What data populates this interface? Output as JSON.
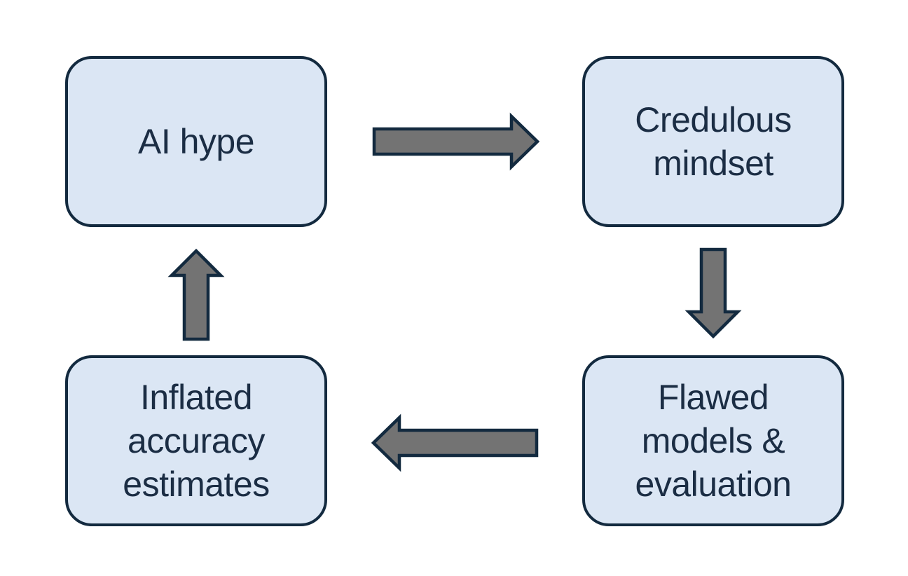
{
  "diagram": {
    "type": "cycle",
    "colors": {
      "background": "#ffffff",
      "node_fill": "#dbe6f4",
      "node_border": "#132a3f",
      "node_text": "#1b2d44",
      "arrow_fill": "#737373",
      "arrow_outline": "#132a3f"
    },
    "nodes": [
      {
        "id": "ai-hype",
        "label": "AI hype",
        "lines": [
          "AI hype"
        ],
        "position": "top-left"
      },
      {
        "id": "credulous-mindset",
        "label": "Credulous mindset",
        "lines": [
          "Credulous",
          "mindset"
        ],
        "position": "top-right"
      },
      {
        "id": "flawed-models-evaluation",
        "label": "Flawed models & evaluation",
        "lines": [
          "Flawed",
          "models &",
          "evaluation"
        ],
        "position": "bottom-right"
      },
      {
        "id": "inflated-accuracy-estimates",
        "label": "Inflated accuracy estimates",
        "lines": [
          "Inflated",
          "accuracy",
          "estimates"
        ],
        "position": "bottom-left"
      }
    ],
    "arrows": [
      {
        "from": "ai-hype",
        "to": "credulous-mindset",
        "direction": "right"
      },
      {
        "from": "credulous-mindset",
        "to": "flawed-models-evaluation",
        "direction": "down"
      },
      {
        "from": "flawed-models-evaluation",
        "to": "inflated-accuracy-estimates",
        "direction": "left"
      },
      {
        "from": "inflated-accuracy-estimates",
        "to": "ai-hype",
        "direction": "up"
      }
    ]
  }
}
